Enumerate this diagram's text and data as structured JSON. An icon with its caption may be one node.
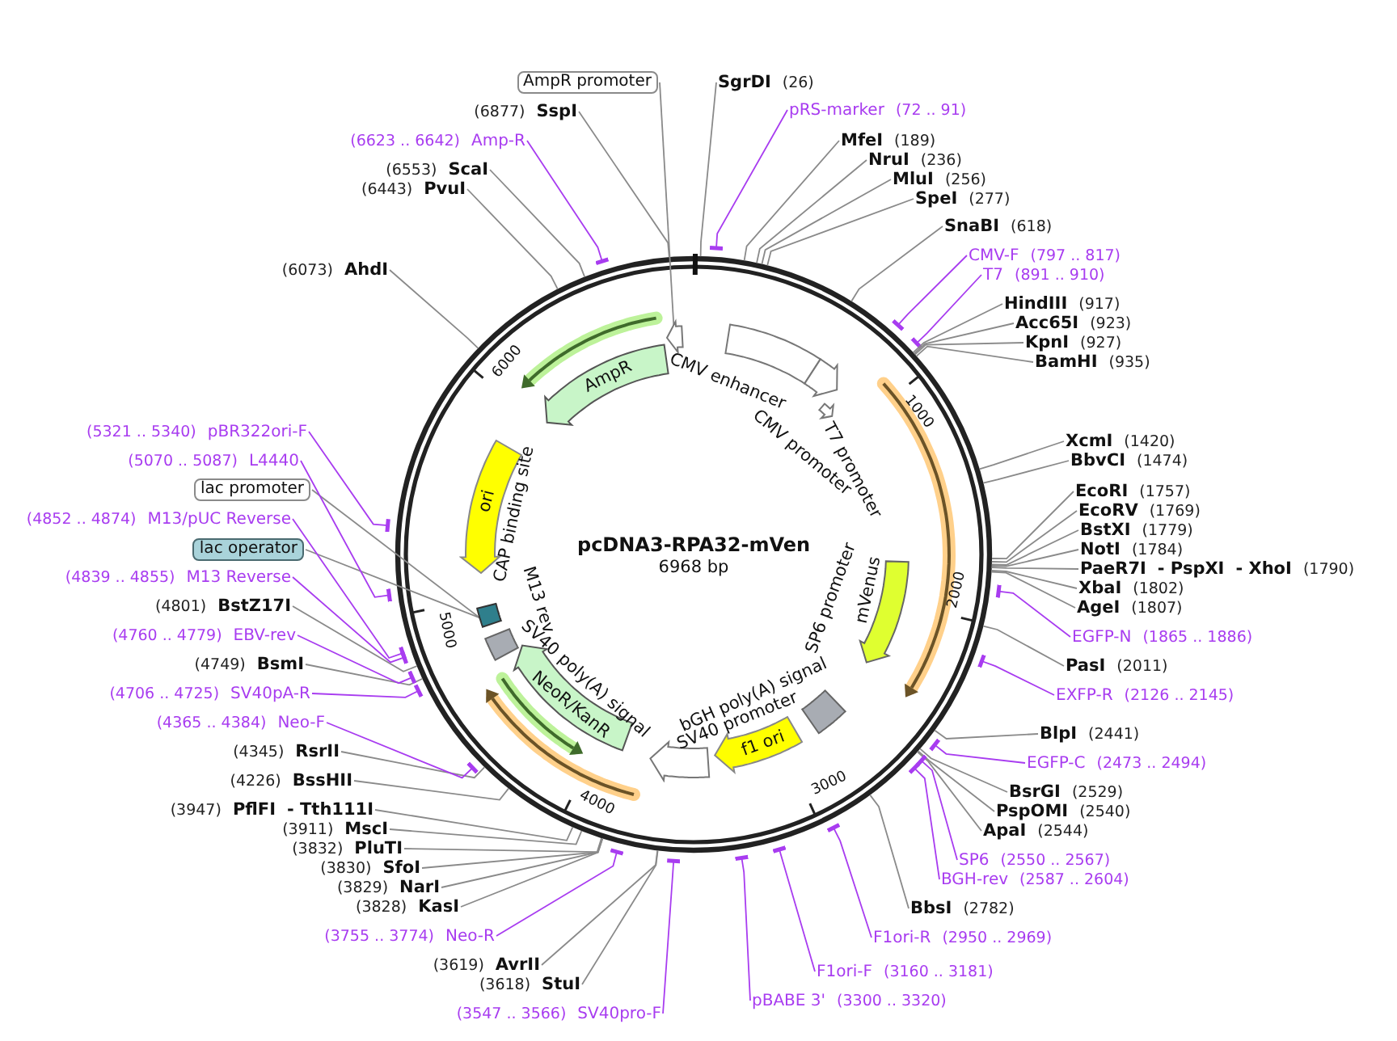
{
  "diagram": {
    "title": "pcDNA3-RPA32-mVen",
    "nodes": [
      {
        "text": [
          "SgrDI",
          "(26)"
        ]
      },
      {
        "text": [
          "pRS-marker",
          "(72 .. 91)"
        ]
      },
      {
        "text": [
          "MfeI",
          "(189)"
        ]
      },
      {
        "text": [
          "NruI",
          "(236)"
        ]
      },
      {
        "text": [
          "MluI",
          "(256)"
        ]
      },
      {
        "text": [
          "SpeI",
          "(277)"
        ]
      },
      {
        "text": [
          "SnaBI",
          "(618)"
        ]
      },
      {
        "text": [
          "CMV-F",
          "(797 .. 817)"
        ]
      },
      {
        "text": [
          "T7",
          "(891 .. 910)"
        ]
      },
      {
        "text": [
          "HindIII",
          "(917)"
        ]
      },
      {
        "text": [
          "Acc65I",
          "(923)"
        ]
      },
      {
        "text": [
          "KpnI",
          "(927)"
        ]
      },
      {
        "text": [
          "BamHI",
          "(935)"
        ]
      },
      {
        "text": [
          "XcmI",
          "(1420)"
        ]
      },
      {
        "text": [
          "BbvCI",
          "(1474)"
        ]
      },
      {
        "text": [
          "EcoRI",
          "(1757)"
        ]
      },
      {
        "text": [
          "EcoRV",
          "(1769)"
        ]
      },
      {
        "text": [
          "BstXI",
          "(1779)"
        ]
      },
      {
        "text": [
          "NotI",
          "(1784)"
        ]
      },
      {
        "text": [
          "PaeR7I",
          "- PspXI",
          "- XhoI",
          "(1790)"
        ]
      },
      {
        "text": [
          "XbaI",
          "(1802)"
        ]
      },
      {
        "text": [
          "AgeI",
          "(1807)"
        ]
      },
      {
        "text": [
          "EGFP-N",
          "(1865 .. 1886)"
        ]
      },
      {
        "text": [
          "PasI",
          "(2011)"
        ]
      },
      {
        "text": [
          "EXFP-R",
          "(2126 .. 2145)"
        ]
      },
      {
        "text": [
          "BlpI",
          "(2441)"
        ]
      },
      {
        "text": [
          "EGFP-C",
          "(2473 .. 2494)"
        ]
      },
      {
        "text": [
          "BsrGI",
          "(2529)"
        ]
      },
      {
        "text": [
          "PspOMI",
          "(2540)"
        ]
      },
      {
        "text": [
          "ApaI",
          "(2544)"
        ]
      },
      {
        "text": [
          "SP6",
          "(2550 .. 2567)"
        ]
      },
      {
        "text": [
          "BGH-rev",
          "(2587 .. 2604)"
        ]
      },
      {
        "text": [
          "BbsI",
          "(2782)"
        ]
      },
      {
        "text": [
          "F1ori-R",
          "(2950 .. 2969)"
        ]
      },
      {
        "text": [
          "F1ori-F",
          "(3160 .. 3181)"
        ]
      },
      {
        "text": [
          "pBABE 3'",
          "(3300 .. 3320)"
        ]
      },
      {
        "text": [
          "(3547 .. 3566)",
          "SV40pro-F"
        ]
      },
      {
        "text": [
          "(3618)",
          "StuI"
        ]
      },
      {
        "text": [
          "(3619)",
          "AvrII"
        ]
      },
      {
        "text": [
          "(3755 .. 3774)",
          "Neo-R"
        ]
      },
      {
        "text": [
          "(3828)",
          "KasI"
        ]
      },
      {
        "text": [
          "(3829)",
          "NarI"
        ]
      },
      {
        "text": [
          "(3830)",
          "SfoI"
        ]
      },
      {
        "text": [
          "(3832)",
          "PluTI"
        ]
      },
      {
        "text": [
          "(3911)",
          "MscI"
        ]
      },
      {
        "text": [
          "(3947)",
          "PflFI",
          "- Tth111I"
        ]
      },
      {
        "text": [
          "(4226)",
          "BssHII"
        ]
      },
      {
        "text": [
          "(4345)",
          "RsrII"
        ]
      },
      {
        "text": [
          "(4365 .. 4384)",
          "Neo-F"
        ]
      },
      {
        "text": [
          "(4706 .. 4725)",
          "SV40pA-R"
        ]
      },
      {
        "text": [
          "(4749)",
          "BsmI"
        ]
      },
      {
        "text": [
          "(4760 .. 4779)",
          "EBV-rev"
        ]
      },
      {
        "text": [
          "(4801)",
          "BstZ17I"
        ]
      },
      {
        "text": [
          "(4839 .. 4855)",
          "M13 Reverse"
        ]
      },
      {
        "text": [
          "lac operator"
        ]
      },
      {
        "text": [
          "(4852 .. 4874)",
          "M13/pUC Reverse"
        ]
      },
      {
        "text": [
          "lac promoter"
        ]
      },
      {
        "text": [
          "(5070 .. 5087)",
          "L4440"
        ]
      },
      {
        "text": [
          "(5321 .. 5340)",
          "pBR322ori-F"
        ]
      },
      {
        "text": [
          "(6073)",
          "AhdI"
        ]
      },
      {
        "text": [
          "(6443)",
          "PvuI"
        ]
      },
      {
        "text": [
          "(6553)",
          "ScaI"
        ]
      },
      {
        "text": [
          "(6623 .. 6642)",
          "Amp-R"
        ]
      },
      {
        "text": [
          "(6877)",
          "SspI"
        ]
      },
      {
        "text": [
          "AmpR promoter"
        ]
      },
      {
        "text": [
          "AmpR"
        ]
      },
      {
        "text": [
          "ori"
        ]
      },
      {
        "text": [
          "NeoR/KanR"
        ]
      },
      {
        "text": [
          "f1 ori"
        ]
      },
      {
        "text": [
          "CMV enhancer"
        ]
      },
      {
        "text": [
          "CMV promoter"
        ]
      },
      {
        "text": [
          "T7 promoter"
        ]
      },
      {
        "text": [
          "mVenus"
        ]
      },
      {
        "text": [
          "bGH poly(A) signal"
        ]
      },
      {
        "text": [
          "SV40 promoter"
        ]
      },
      {
        "text": [
          "SV40 poly(A) signal"
        ]
      },
      {
        "text": [],
        "shape": "box"
      },
      {
        "text": [],
        "shape": "arrow"
      }
    ],
    "edges": [
      {
        "from": 0,
        "to": null,
        "arrow": "none"
      },
      {
        "from": 1,
        "to": null,
        "arrow": "other",
        "color": "#a83cf0"
      },
      {
        "from": 2,
        "to": null,
        "arrow": "none"
      },
      {
        "from": 3,
        "to": null,
        "arrow": "none"
      },
      {
        "from": 4,
        "to": null,
        "arrow": "none"
      },
      {
        "from": 5,
        "to": null,
        "arrow": "none"
      },
      {
        "from": 6,
        "to": null,
        "arrow": "none"
      },
      {
        "from": 7,
        "to": null,
        "arrow": "other",
        "color": "#a83cf0"
      },
      {
        "from": 8,
        "to": null,
        "arrow": "other",
        "color": "#a83cf0"
      },
      {
        "from": 9,
        "to": null,
        "arrow": "none"
      },
      {
        "from": 10,
        "to": null,
        "arrow": "none"
      },
      {
        "from": 11,
        "to": null,
        "arrow": "none"
      },
      {
        "from": 12,
        "to": null,
        "arrow": "none"
      },
      {
        "from": 13,
        "to": null,
        "arrow": "none"
      },
      {
        "from": 14,
        "to": null,
        "arrow": "none"
      },
      {
        "from": 15,
        "to": null,
        "arrow": "none"
      },
      {
        "from": 16,
        "to": null,
        "arrow": "none"
      },
      {
        "from": 17,
        "to": null,
        "arrow": "none"
      },
      {
        "from": 18,
        "to": null,
        "arrow": "none"
      },
      {
        "from": 19,
        "to": null,
        "arrow": "none"
      },
      {
        "from": 20,
        "to": null,
        "arrow": "none"
      },
      {
        "from": 21,
        "to": null,
        "arrow": "none"
      },
      {
        "from": 22,
        "to": null,
        "arrow": "other",
        "color": "#a83cf0"
      },
      {
        "from": 23,
        "to": null,
        "arrow": "none"
      },
      {
        "from": 24,
        "to": null,
        "arrow": "other",
        "color": "#a83cf0"
      },
      {
        "from": 25,
        "to": null,
        "arrow": "none"
      },
      {
        "from": 26,
        "to": null,
        "arrow": "other",
        "color": "#a83cf0"
      },
      {
        "from": 27,
        "to": null,
        "arrow": "none"
      },
      {
        "from": 28,
        "to": null,
        "arrow": "none"
      },
      {
        "from": 29,
        "to": null,
        "arrow": "none"
      },
      {
        "from": 30,
        "to": null,
        "arrow": "other",
        "color": "#a83cf0"
      },
      {
        "from": 31,
        "to": null,
        "arrow": "other",
        "color": "#a83cf0"
      },
      {
        "from": 32,
        "to": null,
        "arrow": "none"
      },
      {
        "from": 33,
        "to": null,
        "arrow": "other",
        "color": "#a83cf0"
      },
      {
        "from": 34,
        "to": null,
        "arrow": "other",
        "color": "#a83cf0"
      },
      {
        "from": 35,
        "to": null,
        "arrow": "other",
        "color": "#a83cf0"
      },
      {
        "from": 36,
        "to": null,
        "arrow": "other",
        "color": "#a83cf0"
      },
      {
        "from": 37,
        "to": null,
        "arrow": "none"
      },
      {
        "from": 38,
        "to": null,
        "arrow": "none"
      },
      {
        "from": 39,
        "to": null,
        "arrow": "other",
        "color": "#a83cf0"
      },
      {
        "from": 40,
        "to": null,
        "arrow": "none"
      },
      {
        "from": 41,
        "to": null,
        "arrow": "none"
      },
      {
        "from": 42,
        "to": null,
        "arrow": "none"
      },
      {
        "from": 43,
        "to": null,
        "arrow": "none"
      },
      {
        "from": 44,
        "to": null,
        "arrow": "none"
      },
      {
        "from": 45,
        "to": null,
        "arrow": "none"
      },
      {
        "from": 46,
        "to": null,
        "arrow": "none"
      },
      {
        "from": 47,
        "to": null,
        "arrow": "none"
      },
      {
        "from": 48,
        "to": null,
        "arrow": "other",
        "color": "#a83cf0"
      },
      {
        "from": 49,
        "to": null,
        "arrow": "other",
        "color": "#a83cf0"
      },
      {
        "from": 50,
        "to": null,
        "arrow": "none"
      },
      {
        "from": 51,
        "to": null,
        "arrow": "other",
        "color": "#a83cf0"
      },
      {
        "from": 52,
        "to": null,
        "arrow": "none"
      },
      {
        "from": 53,
        "to": null,
        "arrow": "other",
        "color": "#a83cf0"
      },
      {
        "from": 54,
        "to": 76,
        "arrow": "none"
      },
      {
        "from": 55,
        "to": null,
        "arrow": "other",
        "color": "#a83cf0"
      },
      {
        "from": 56,
        "to": 76,
        "arrow": "none"
      },
      {
        "from": 57,
        "to": null,
        "arrow": "other",
        "color": "#a83cf0"
      },
      {
        "from": 58,
        "to": null,
        "arrow": "other",
        "color": "#a83cf0"
      },
      {
        "from": 59,
        "to": null,
        "arrow": "none"
      },
      {
        "from": 60,
        "to": null,
        "arrow": "none"
      },
      {
        "from": 61,
        "to": null,
        "arrow": "none"
      },
      {
        "from": 62,
        "to": null,
        "arrow": "other",
        "color": "#a83cf0"
      },
      {
        "from": 63,
        "to": null,
        "arrow": "none"
      },
      {
        "from": 64,
        "to": 77,
        "arrow": "none"
      }
    ],
    "labels": [
      "6968 bp",
      "1000",
      "2000",
      "3000",
      "4000",
      "5000",
      "6000",
      "SP6 promoter",
      "M13 rev",
      "CAP binding site"
    ]
  }
}
